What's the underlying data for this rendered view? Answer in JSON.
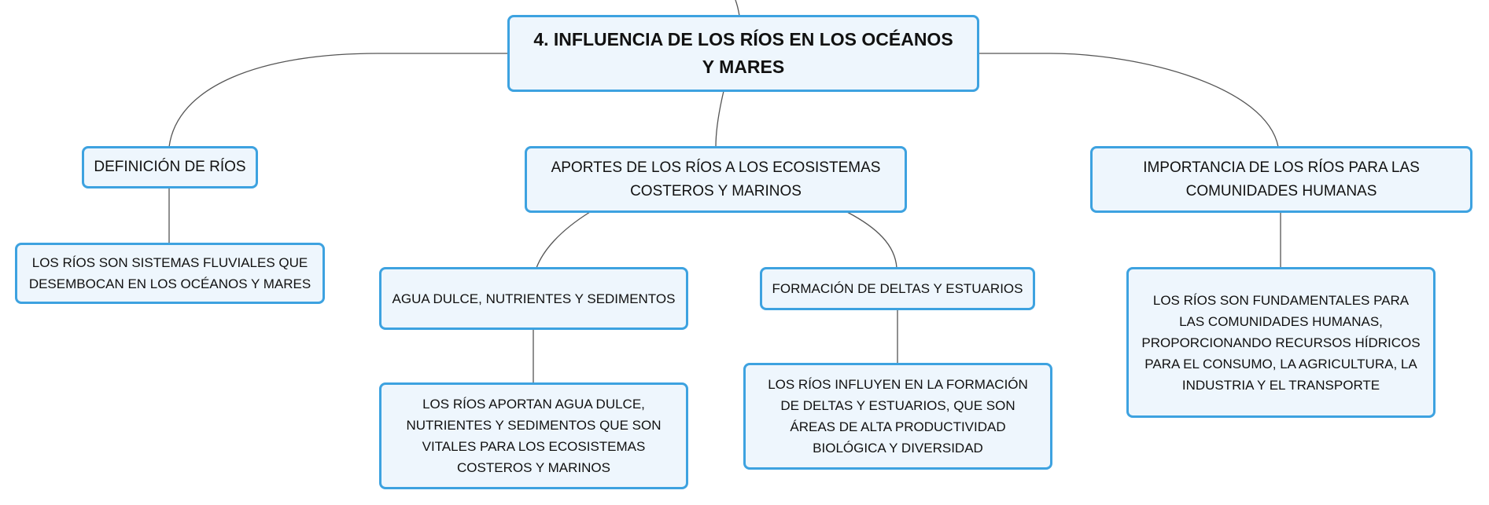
{
  "map": {
    "root": {
      "label": "4. INFLUENCIA DE LOS RÍOS EN LOS OCÉANOS Y MARES"
    },
    "definicion": {
      "label": "DEFINICIÓN DE RÍOS",
      "detail": "LOS RÍOS SON SISTEMAS FLUVIALES QUE DESEMBOCAN EN LOS OCÉANOS Y MARES"
    },
    "aportes": {
      "label": "APORTES DE LOS RÍOS A LOS ECOSISTEMAS COSTEROS Y MARINOS",
      "agua": {
        "label": "AGUA DULCE, NUTRIENTES Y SEDIMENTOS",
        "detail": "LOS RÍOS APORTAN AGUA DULCE, NUTRIENTES Y SEDIMENTOS QUE SON VITALES PARA LOS ECOSISTEMAS COSTEROS Y MARINOS"
      },
      "deltas": {
        "label": "FORMACIÓN DE DELTAS Y ESTUARIOS",
        "detail": "LOS RÍOS INFLUYEN EN LA FORMACIÓN DE DELTAS Y ESTUARIOS, QUE SON ÁREAS DE ALTA PRODUCTIVIDAD BIOLÓGICA Y DIVERSIDAD"
      }
    },
    "importancia": {
      "label": "IMPORTANCIA DE LOS RÍOS PARA LAS COMUNIDADES HUMANAS",
      "detail": "LOS RÍOS SON FUNDAMENTALES PARA LAS COMUNIDADES HUMANAS, PROPORCIONANDO RECURSOS HÍDRICOS PARA EL CONSUMO, LA AGRICULTURA, LA INDUSTRIA Y EL TRANSPORTE"
    }
  },
  "colors": {
    "node_border": "#3da2e0",
    "node_fill": "#eef6fd",
    "connector": "#555555",
    "text": "#111111"
  }
}
